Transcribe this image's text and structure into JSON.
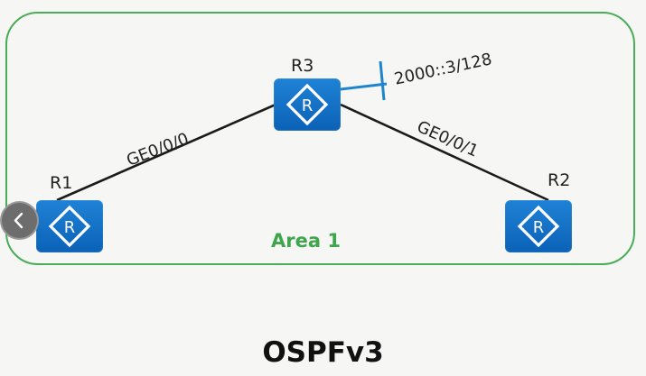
{
  "diagram": {
    "title": "OSPFv3",
    "area_label": "Area 1",
    "routers": [
      {
        "name": "R1"
      },
      {
        "name": "R3"
      },
      {
        "name": "R2"
      }
    ],
    "links": [
      {
        "from": "R1",
        "to": "R3",
        "interface": "GE0/0/0"
      },
      {
        "from": "R3",
        "to": "R2",
        "interface": "GE0/0/1"
      }
    ],
    "loopback": {
      "router": "R3",
      "address": "2000::3/128"
    },
    "colors": {
      "area_border": "#48ad56",
      "area_text": "#3fa54c",
      "router_fill": "#1772c8",
      "link_line": "#1b1b1b",
      "loopback_line": "#1f84d0"
    }
  },
  "controls": {
    "back_button_icon": "chevron-left-icon"
  }
}
